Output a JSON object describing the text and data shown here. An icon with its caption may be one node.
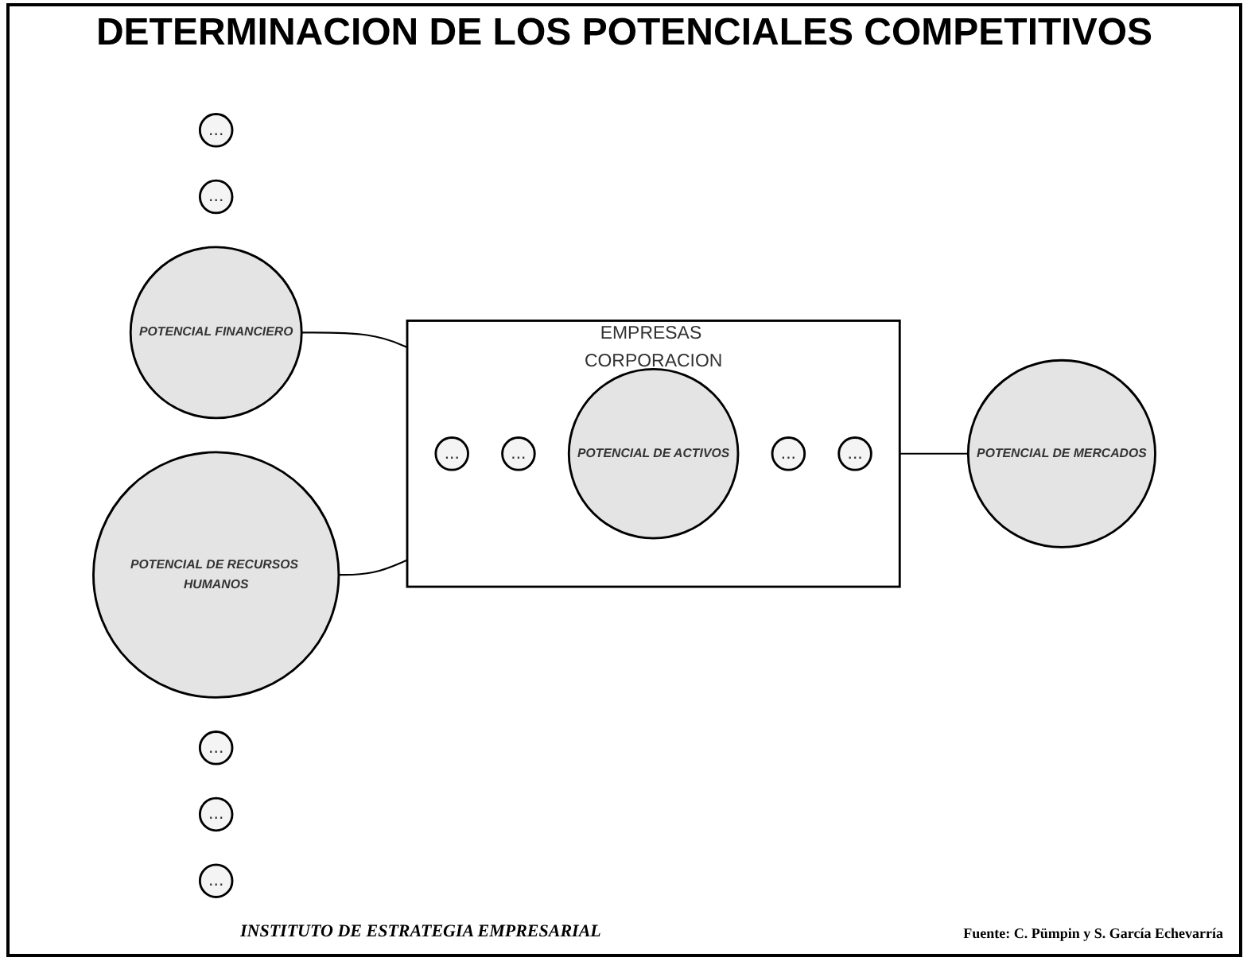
{
  "diagram": {
    "title": "DETERMINACION DE LOS POTENCIALES COMPETITIVOS",
    "nodes": [
      {
        "text": [
          "..."
        ]
      },
      {
        "text": [
          "..."
        ]
      },
      {
        "text": [
          "POTENCIAL FINANCIERO"
        ]
      },
      {
        "text": [
          "EMPRESAS CORPORACION"
        ]
      },
      {
        "text": [
          "..."
        ],
        "in": 3
      },
      {
        "text": [
          "..."
        ],
        "in": 3
      },
      {
        "text": [
          "POTENCIAL DE MERCADOS"
        ]
      },
      {
        "text": [
          "POTENCIAL DE ACTIVOS"
        ],
        "in": 3
      },
      {
        "text": [
          "..."
        ],
        "in": 3
      },
      {
        "text": [
          "..."
        ],
        "in": 3
      },
      {
        "text": [
          "POTENCIAL DE RECURSOS HUMANOS"
        ]
      },
      {
        "text": [
          "..."
        ]
      },
      {
        "text": [
          "..."
        ]
      },
      {
        "text": [
          "..."
        ]
      }
    ],
    "edges": [
      {
        "from": 2,
        "to": 3,
        "arrow": "none"
      },
      {
        "from": 10,
        "to": 3,
        "arrow": "none"
      },
      {
        "from": 3,
        "to": 6,
        "arrow": "none"
      }
    ],
    "labels": [
      "INSTITUTO DE ESTRATEGIA EMPRESARIAL",
      "Fuente: C. Pümpin y S. García Echevarría"
    ]
  }
}
